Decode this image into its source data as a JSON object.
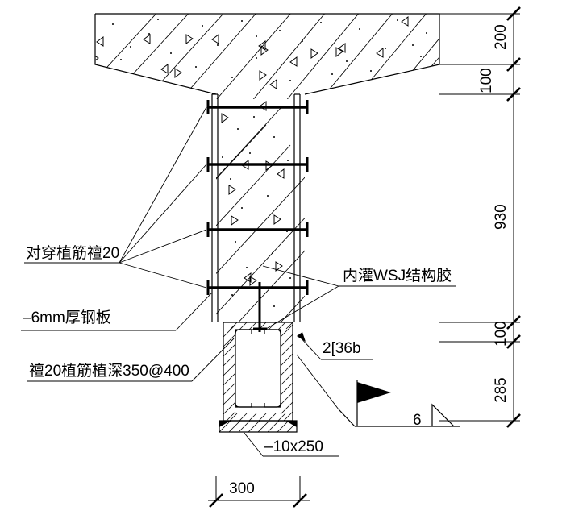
{
  "drawing": {
    "type": "structural-detail",
    "title": "",
    "background_color": "#ffffff",
    "line_color": "#000000"
  },
  "annotations": {
    "through_rebar": "对穿植筋䄠20",
    "steel_plate_6mm": "–6mm厚钢板",
    "planted_rebar": "䄠20植筋植深350@400",
    "structural_glue": "内灌WSJ结构胶",
    "channel_steel": "2[36b",
    "bottom_plate": "–10x250",
    "weld_size": "6"
  },
  "dimensions": {
    "right_stack": [
      {
        "label": "200",
        "value": 200
      },
      {
        "label": "100",
        "value": 100
      },
      {
        "label": "930",
        "value": 930
      },
      {
        "label": "100",
        "value": 100
      },
      {
        "label": "285",
        "value": 285
      }
    ],
    "bottom": {
      "label": "300",
      "value": 300
    }
  },
  "components": {
    "concrete_beam": "existing-concrete-beam",
    "steel_plates": "side-steel-plates",
    "rebar_rows": 4,
    "box_section": "double-channel-box",
    "bottom_flange_plate": "bottom-plate-10x250"
  }
}
